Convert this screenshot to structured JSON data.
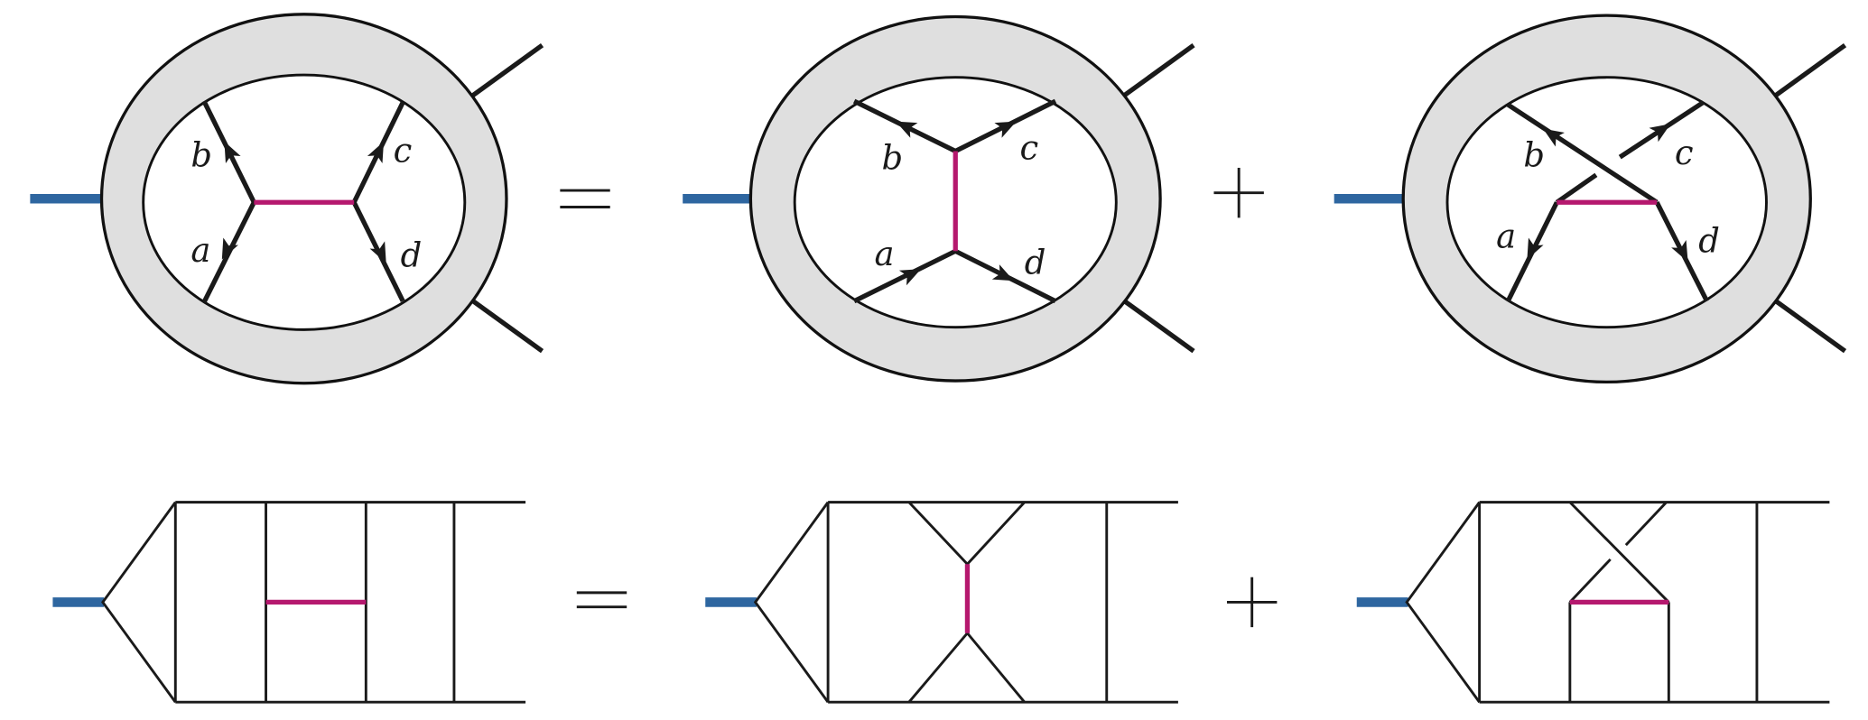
{
  "colors": {
    "operator_line": "#2e66a0",
    "highlight_propagator": "#b5186e",
    "blob_fill": "#dfdfdf",
    "line": "#1a1a1a"
  },
  "top_row": {
    "lhs": {
      "labels": {
        "a": "a",
        "b": "b",
        "c": "c",
        "d": "d"
      }
    },
    "equals": "=",
    "term1": {
      "labels": {
        "a": "a",
        "b": "b",
        "c": "c",
        "d": "d"
      }
    },
    "plus": "+",
    "term2": {
      "labels": {
        "a": "a",
        "b": "b",
        "c": "c",
        "d": "d"
      }
    }
  },
  "bottom_row": {
    "equals": "=",
    "plus": "+"
  }
}
